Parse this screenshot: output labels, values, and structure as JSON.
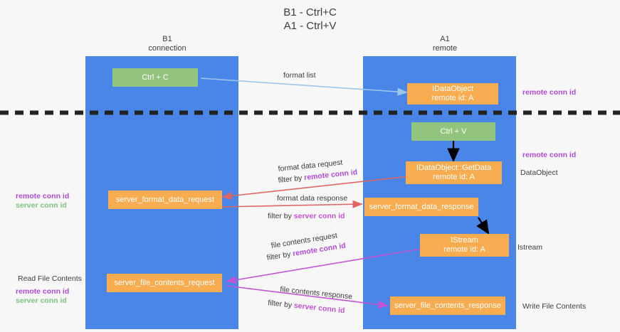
{
  "title": {
    "line1": "B1 - Ctrl+C",
    "line2": "A1 - Ctrl+V"
  },
  "columns": {
    "left": {
      "name": "B1",
      "role": "connection"
    },
    "right": {
      "name": "A1",
      "role": "remote"
    }
  },
  "colors": {
    "lane": "#4a86e8",
    "green_node": "#93c47d",
    "orange_node": "#f9ac50",
    "remote_conn_id": "#b04bd6",
    "server_conn_id": "#7fc37f",
    "arrow_format_list": "#9fc5e8",
    "arrow_data": "#e06666",
    "arrow_file": "#c454d6",
    "arrow_black": "#000000",
    "background": "#f7f7f7"
  },
  "nodes": {
    "ctrl_c": {
      "label": "Ctrl + C"
    },
    "ctrl_v": {
      "label": "Ctrl + V"
    },
    "idataobject": {
      "label": "IDataObject",
      "sub": "remote id: A"
    },
    "getdata": {
      "label": "IDataObject::GetData",
      "sub": "remote id: A"
    },
    "istream": {
      "label": "IStream",
      "sub": "remote id: A"
    },
    "server_format_data_request": {
      "label": "server_format_data_request"
    },
    "server_format_data_response": {
      "label": "server_format_data_response"
    },
    "server_file_contents_request": {
      "label": "server_file_contents_request"
    },
    "server_file_contents_response": {
      "label": "server_file_contents_response"
    }
  },
  "edges": {
    "format_list": {
      "label": "format list"
    },
    "format_data_request": {
      "label": "format data request",
      "filter_prefix": "filter by ",
      "filter_key": "remote conn id"
    },
    "format_data_response": {
      "label": "format data response",
      "filter_prefix": "filter by ",
      "filter_key": "server conn id"
    },
    "file_contents_request": {
      "label": "file contents request",
      "filter_prefix": "filter by ",
      "filter_key": "remote conn id"
    },
    "file_contents_response": {
      "label": "file contents response",
      "filter_prefix": "filter by ",
      "filter_key": "server conn id"
    }
  },
  "annotations": {
    "right_top_remote": "remote conn id",
    "right_mid_remote": "remote conn id",
    "right_dataobject": "DataObject",
    "right_istream": "Istream",
    "right_write_file": "Write File Contents",
    "left_remote_1": "remote conn id",
    "left_server_1": "server conn id",
    "left_read_file": "Read File Contents",
    "left_remote_2": "remote conn id",
    "left_server_2": "server conn id"
  }
}
